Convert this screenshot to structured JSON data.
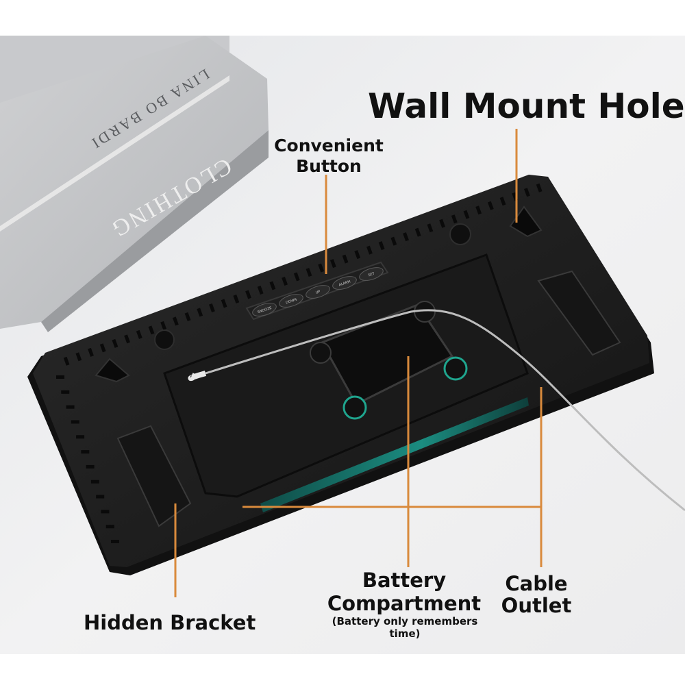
{
  "labels": {
    "wall_mount_hole": "Wall Mount Hole",
    "convenient_button_line1": "Convenient",
    "convenient_button_line2": "Button",
    "battery_line1": "Battery",
    "battery_line2": "Compartment",
    "battery_note": "(Battery only remembers time)",
    "cable_line1": "Cable",
    "cable_line2": "Outlet",
    "hidden_bracket": "Hidden Bracket"
  },
  "buttons": [
    "SNOOZE",
    "DOWN",
    "UP",
    "ALARM",
    "SET"
  ],
  "books": {
    "spine_author": "LINA BO BARDI",
    "cover_title": "CLOTHING"
  },
  "colors": {
    "leader_line": "#d98a3c",
    "device_body": "#1c1c1c",
    "foot_accent": "#1fa58e",
    "background": "#eeeeee"
  }
}
